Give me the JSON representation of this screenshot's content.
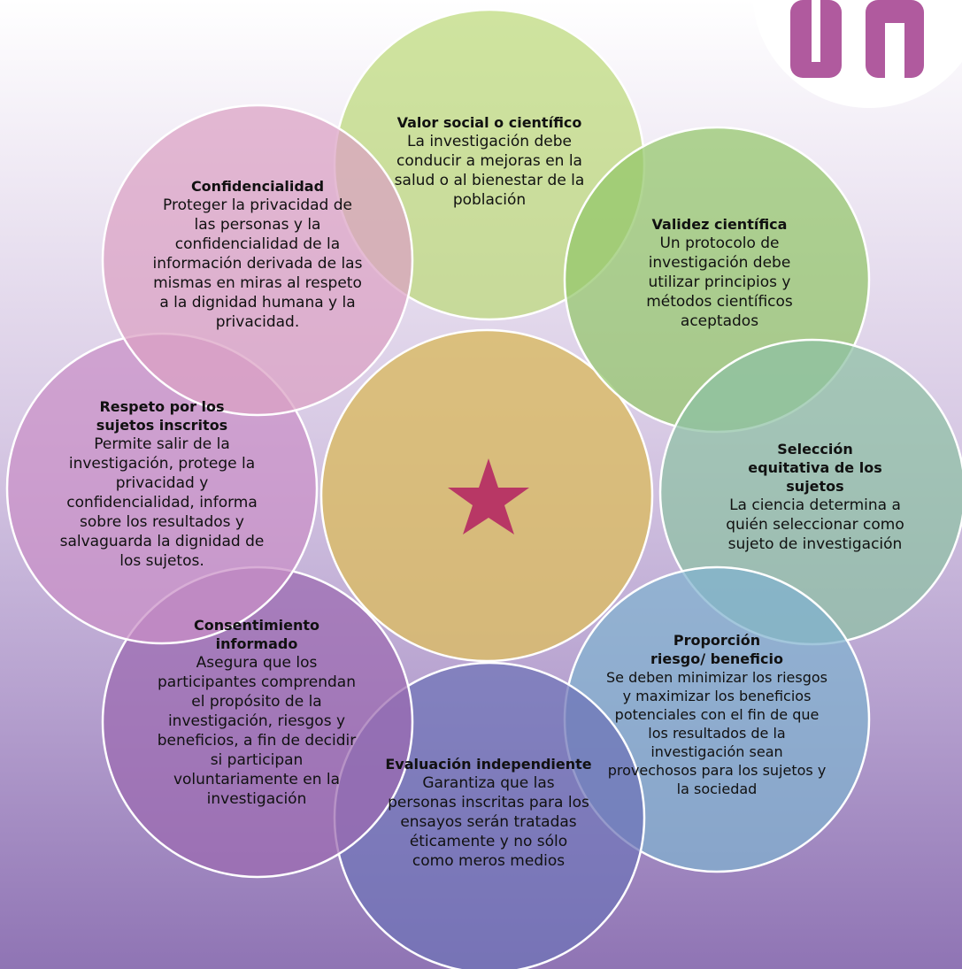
{
  "diagram": {
    "center_icon": "star-icon",
    "corner_icon": "restroom-figures-icon",
    "colors": {
      "center": "#d9bb6a",
      "star": "#b83765",
      "corner_figures": "#b05a9e",
      "valor_social": "#bcd97a",
      "validez": "#93c66a",
      "seleccion": "#8ec0a4",
      "proporcion": "#7fb2cf",
      "evaluacion": "#6e73b7",
      "consentimiento": "#9b6ab0",
      "respeto": "#c98fc6",
      "confidencialidad": "#dba1c3"
    },
    "principles": [
      {
        "id": "valor-social",
        "title": "Valor social o científico",
        "body": "La investigación debe conducir a mejoras en la salud o al bienestar de la población"
      },
      {
        "id": "validez",
        "title": "Validez científica",
        "body": "Un protocolo de investigación debe utilizar principios y métodos científicos aceptados"
      },
      {
        "id": "seleccion",
        "title": "Selección equitativa de los sujetos",
        "body": "La ciencia determina a quién seleccionar como sujeto de investigación"
      },
      {
        "id": "proporcion",
        "title": "Proporción riesgo/ beneficio",
        "body": "Se deben minimizar los riesgos y maximizar los beneficios potenciales con el fin de que los resultados de la investigación sean provechosos para los sujetos y la sociedad"
      },
      {
        "id": "evaluacion",
        "title": "Evaluación independiente",
        "body": "Garantiza que las personas inscritas para los ensayos serán tratadas éticamente y no sólo como meros medios"
      },
      {
        "id": "consentimiento",
        "title": "Consentimiento informado",
        "body": "Asegura que los participantes comprendan el propósito de la investigación, riesgos y beneficios, a fin de decidir si participan voluntariamente en la investigación"
      },
      {
        "id": "respeto",
        "title": "Respeto por los sujetos inscritos",
        "body": "Permite salir de la investigación, protege la privacidad y confidencialidad, informa sobre los resultados y salvaguarda la dignidad de los sujetos."
      },
      {
        "id": "confidencialidad",
        "title": "Confidencialidad",
        "body": "Proteger la privacidad de las personas y la confidencialidad de la información derivada de las mismas en miras al respeto a la dignidad humana y la privacidad."
      }
    ]
  }
}
